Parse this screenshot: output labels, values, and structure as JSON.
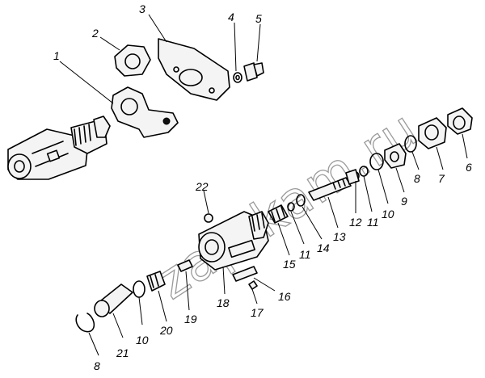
{
  "diagram": {
    "watermark": "zap-kam.ru",
    "labels": [
      {
        "id": "1",
        "text": "1"
      },
      {
        "id": "2",
        "text": "2"
      },
      {
        "id": "3",
        "text": "3"
      },
      {
        "id": "4",
        "text": "4"
      },
      {
        "id": "5",
        "text": "5"
      },
      {
        "id": "6",
        "text": "6"
      },
      {
        "id": "7",
        "text": "7"
      },
      {
        "id": "8a",
        "text": "8"
      },
      {
        "id": "9",
        "text": "9"
      },
      {
        "id": "10a",
        "text": "10"
      },
      {
        "id": "11a",
        "text": "11"
      },
      {
        "id": "12",
        "text": "12"
      },
      {
        "id": "13",
        "text": "13"
      },
      {
        "id": "14",
        "text": "14"
      },
      {
        "id": "11b",
        "text": "11"
      },
      {
        "id": "15",
        "text": "15"
      },
      {
        "id": "16",
        "text": "16"
      },
      {
        "id": "17",
        "text": "17"
      },
      {
        "id": "18",
        "text": "18"
      },
      {
        "id": "19",
        "text": "19"
      },
      {
        "id": "20",
        "text": "20"
      },
      {
        "id": "10b",
        "text": "10"
      },
      {
        "id": "21",
        "text": "21"
      },
      {
        "id": "8b",
        "text": "8"
      },
      {
        "id": "22",
        "text": "22"
      }
    ]
  }
}
